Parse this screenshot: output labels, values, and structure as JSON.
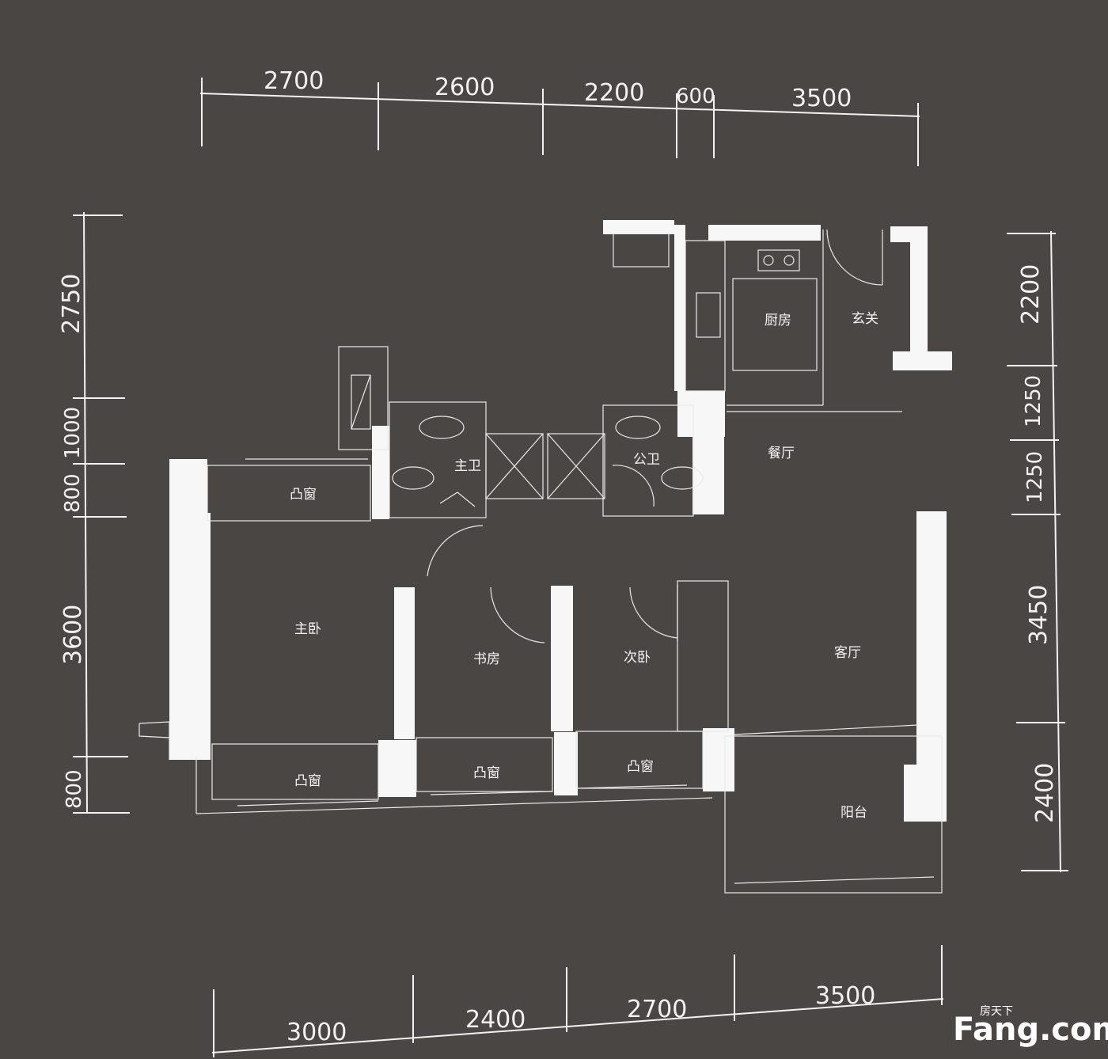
{
  "dimensions": {
    "top": [
      "2700",
      "2600",
      "2200",
      "600",
      "3500"
    ],
    "bottom": [
      "3000",
      "2400",
      "2700",
      "3500"
    ],
    "left": [
      "2750",
      "1000",
      "800",
      "3600",
      "800"
    ],
    "right": [
      "2200",
      "1250",
      "1250",
      "3450",
      "2400"
    ]
  },
  "rooms": {
    "kitchen": "厨房",
    "entry": "玄关",
    "dining": "餐厅",
    "master_bath": "主卫",
    "public_bath": "公卫",
    "bay_window_master_top": "凸窗",
    "master_bedroom": "主卧",
    "study": "书房",
    "second_bedroom": "次卧",
    "living_room": "客厅",
    "bay_window_master_bottom": "凸窗",
    "bay_window_study": "凸窗",
    "bay_window_second": "凸窗",
    "balcony": "阳台"
  },
  "watermark": {
    "brand": "Fang.com",
    "tagline": "房天下"
  }
}
